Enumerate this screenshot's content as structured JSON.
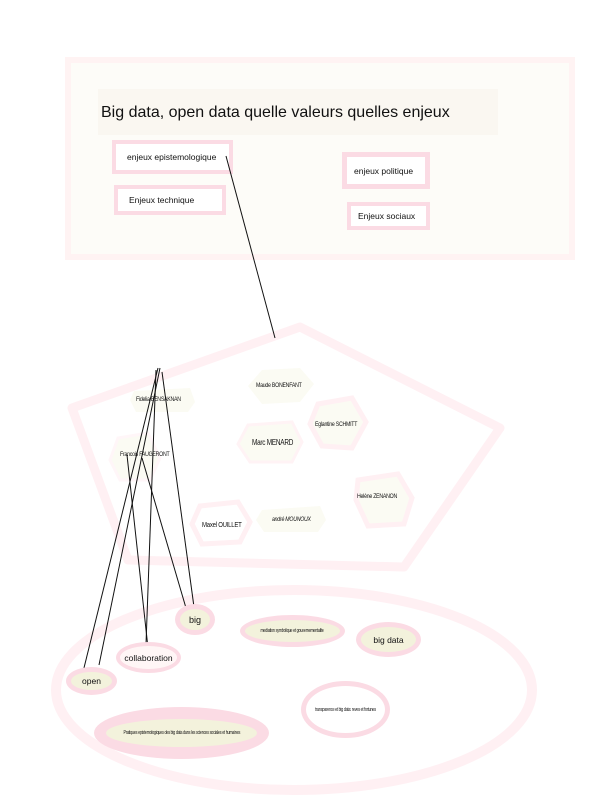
{
  "title": "Big data, open data quelle valeurs quelles enjeux",
  "enjeux": {
    "epistemologique": "enjeux epistemologique",
    "technique": "Enjeux technique",
    "politique": "enjeux politique",
    "sociaux": "Enjeux sociaux"
  },
  "persons": {
    "bensaknan": "Fidelia BENSAKNAN",
    "bonenfant": "Maude BONENFANT",
    "schmitt": "Eglantine SCHMITT",
    "gingras": "Francois FAUGERONT",
    "menard": "Marc MENARD",
    "zenanon": "Helène ZENANON",
    "ouillet": "Maxel OUILLET",
    "mounoux": "andré MOUNOUX"
  },
  "topics": {
    "big": "big",
    "mediation": "mediation symbolique et gouvernementalite",
    "big_data": "big data",
    "collaboration": "collaboration",
    "open": "open",
    "transparence": "transparence et big data: reves et fortunes",
    "epistemologie": "Pratiques epistemologiques des big data dans les sciences sociales et humaines"
  },
  "colors": {
    "pink": "#fbdbe4",
    "pale_pink": "#fff0f3",
    "cream": "#f3f2dc",
    "beige": "#fdfcf8"
  }
}
